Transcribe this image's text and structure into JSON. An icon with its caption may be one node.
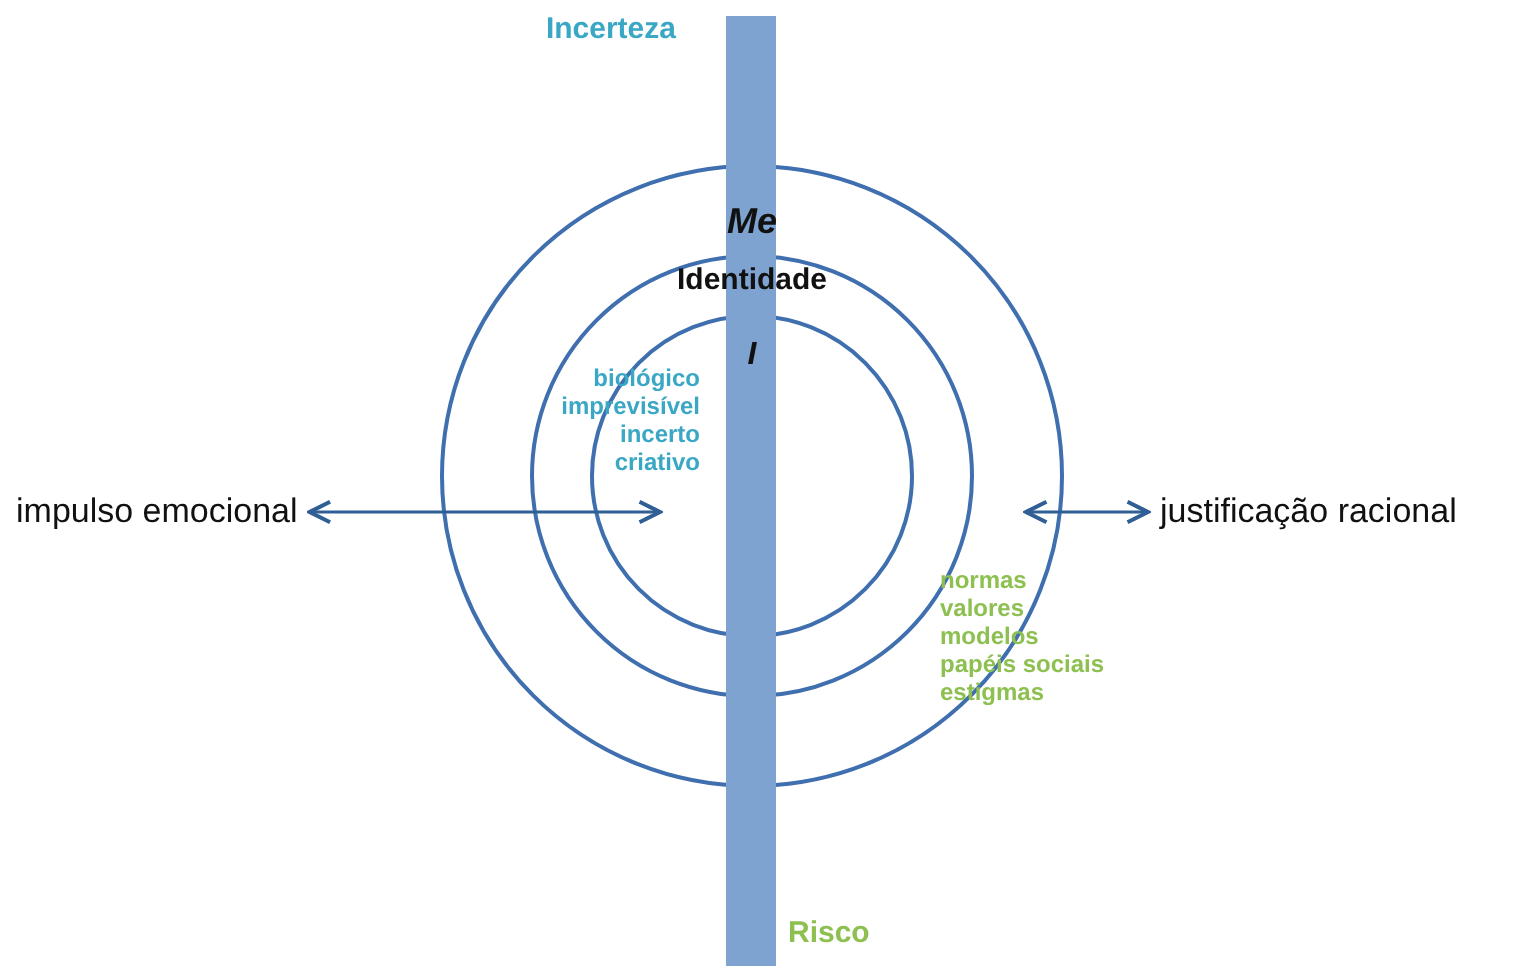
{
  "diagram": {
    "nodes": [
      {
        "text": [
          "Me"
        ]
      },
      {
        "text": [
          "Identidade"
        ],
        "in": 0
      },
      {
        "text": [
          "I"
        ],
        "in": 1
      },
      {
        "text": [
          "impulso emocional"
        ]
      },
      {
        "text": [
          "justificação racional"
        ]
      }
    ],
    "edges": [
      {
        "from": 3,
        "to": 2,
        "arrow": "both"
      },
      {
        "from": 4,
        "to": 0,
        "arrow": "both"
      }
    ],
    "labels": [
      "Incerteza",
      "biológico",
      "imprevisível",
      "incerto",
      "criativo",
      "normas",
      "valores",
      "modelos",
      "papéis sociais",
      "estigmas",
      "Risco"
    ]
  }
}
